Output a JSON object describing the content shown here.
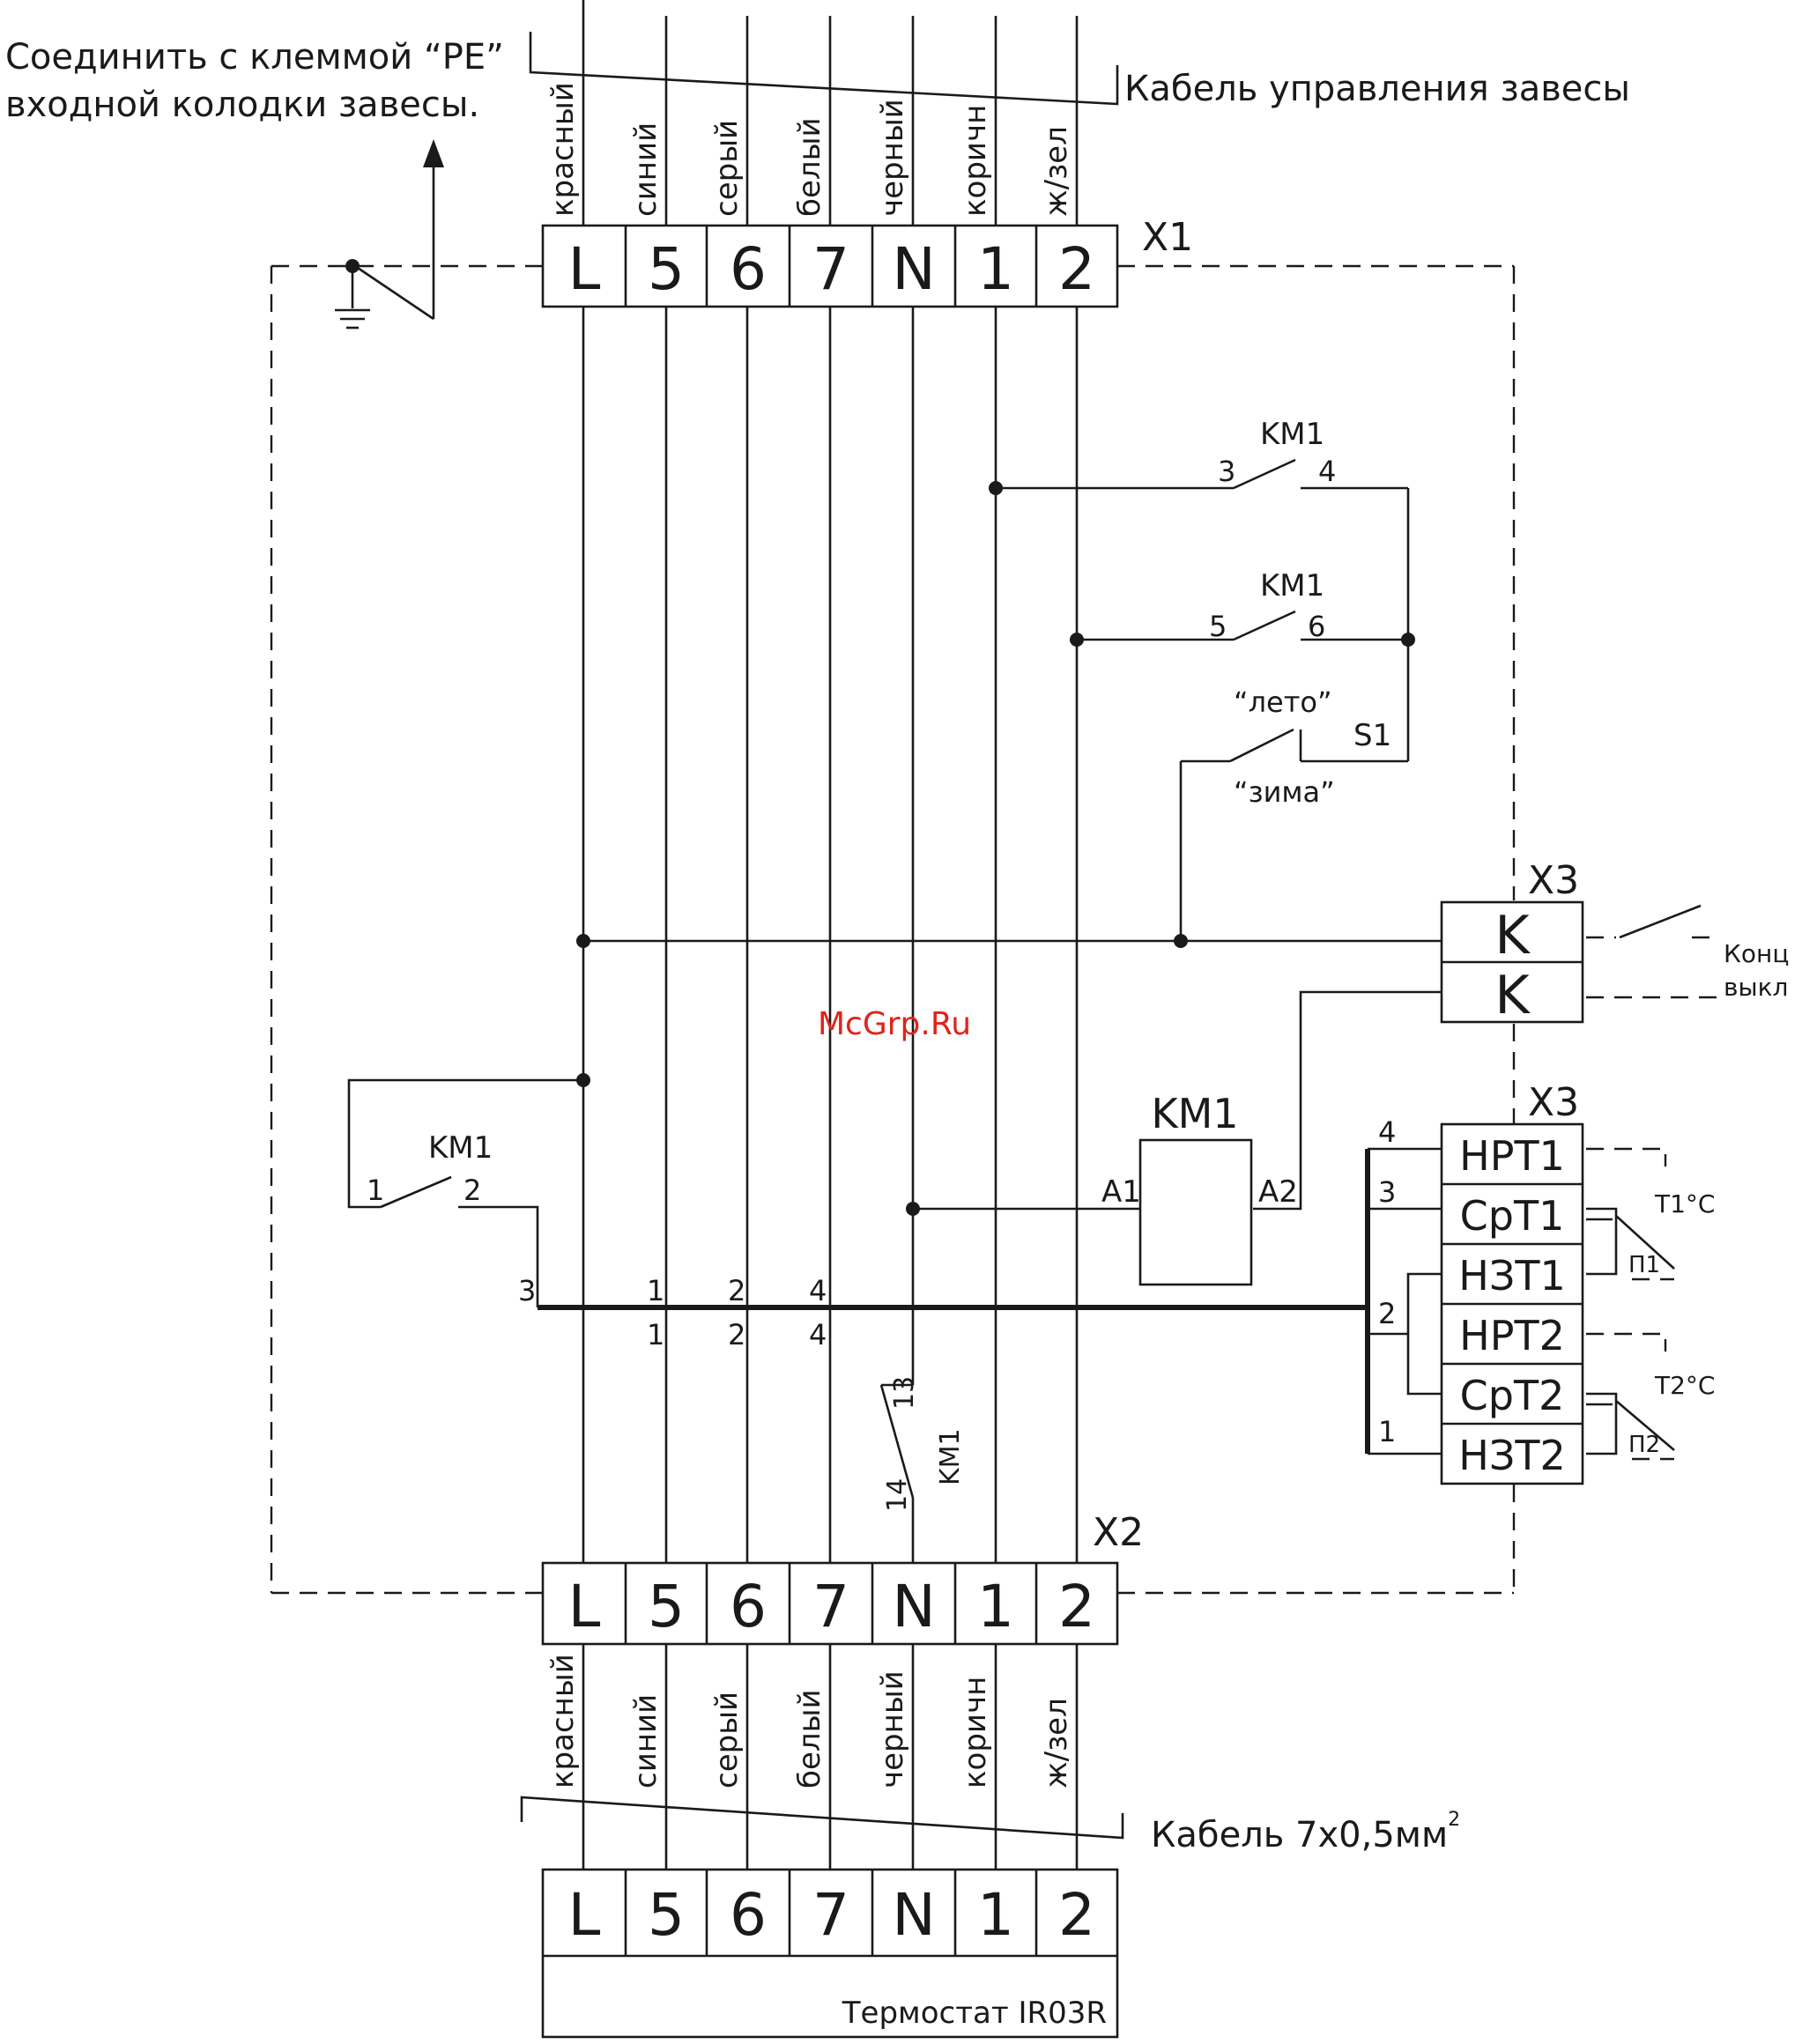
{
  "notes": {
    "pe_line1": "Соединить с клеммой “PE”",
    "pe_line2": "входной колодки завесы.",
    "control_cable": "Кабель управления завесы",
    "cable_spec": "Кабель 7х0,5мм",
    "cable_sup": "2",
    "watermark": "McGrp.Ru"
  },
  "wire_colors": [
    "красный",
    "синий",
    "серый",
    "белый",
    "черный",
    "коричн",
    "ж/зел"
  ],
  "terminals": [
    "L",
    "5",
    "6",
    "7",
    "N",
    "1",
    "2"
  ],
  "blocks": {
    "x1": "X1",
    "x2": "X2",
    "x3a": "X3",
    "x3b": "X3",
    "thermostat": "Термостат IR03R"
  },
  "x3_top": [
    "K",
    "K"
  ],
  "x3_top_labels": [
    "Конц",
    "выкл"
  ],
  "x3_bottom": [
    "НРТ1",
    "СрТ1",
    "НЗТ1",
    "НРТ2",
    "СрТ2",
    "НЗТ2"
  ],
  "x3_bottom_pins": [
    "4",
    "3",
    "2",
    "1"
  ],
  "sensors": {
    "t1": "Т1°С",
    "t2": "Т2°С",
    "p1": "П1",
    "p2": "П2"
  },
  "relay": {
    "name": "KM1",
    "coil_a1": "A1",
    "coil_a2": "A2",
    "c34_left": "3",
    "c34_right": "4",
    "c56_left": "5",
    "c56_right": "6",
    "c12_left": "1",
    "c12_right": "2",
    "c13": "13",
    "c14": "14"
  },
  "switch_s1": {
    "name": "S1",
    "summer": "“лето”",
    "winter": "“зима”"
  },
  "bus_labels": {
    "left": "3",
    "top": [
      "1",
      "2",
      "4"
    ],
    "bottom": [
      "1",
      "2",
      "4"
    ]
  }
}
